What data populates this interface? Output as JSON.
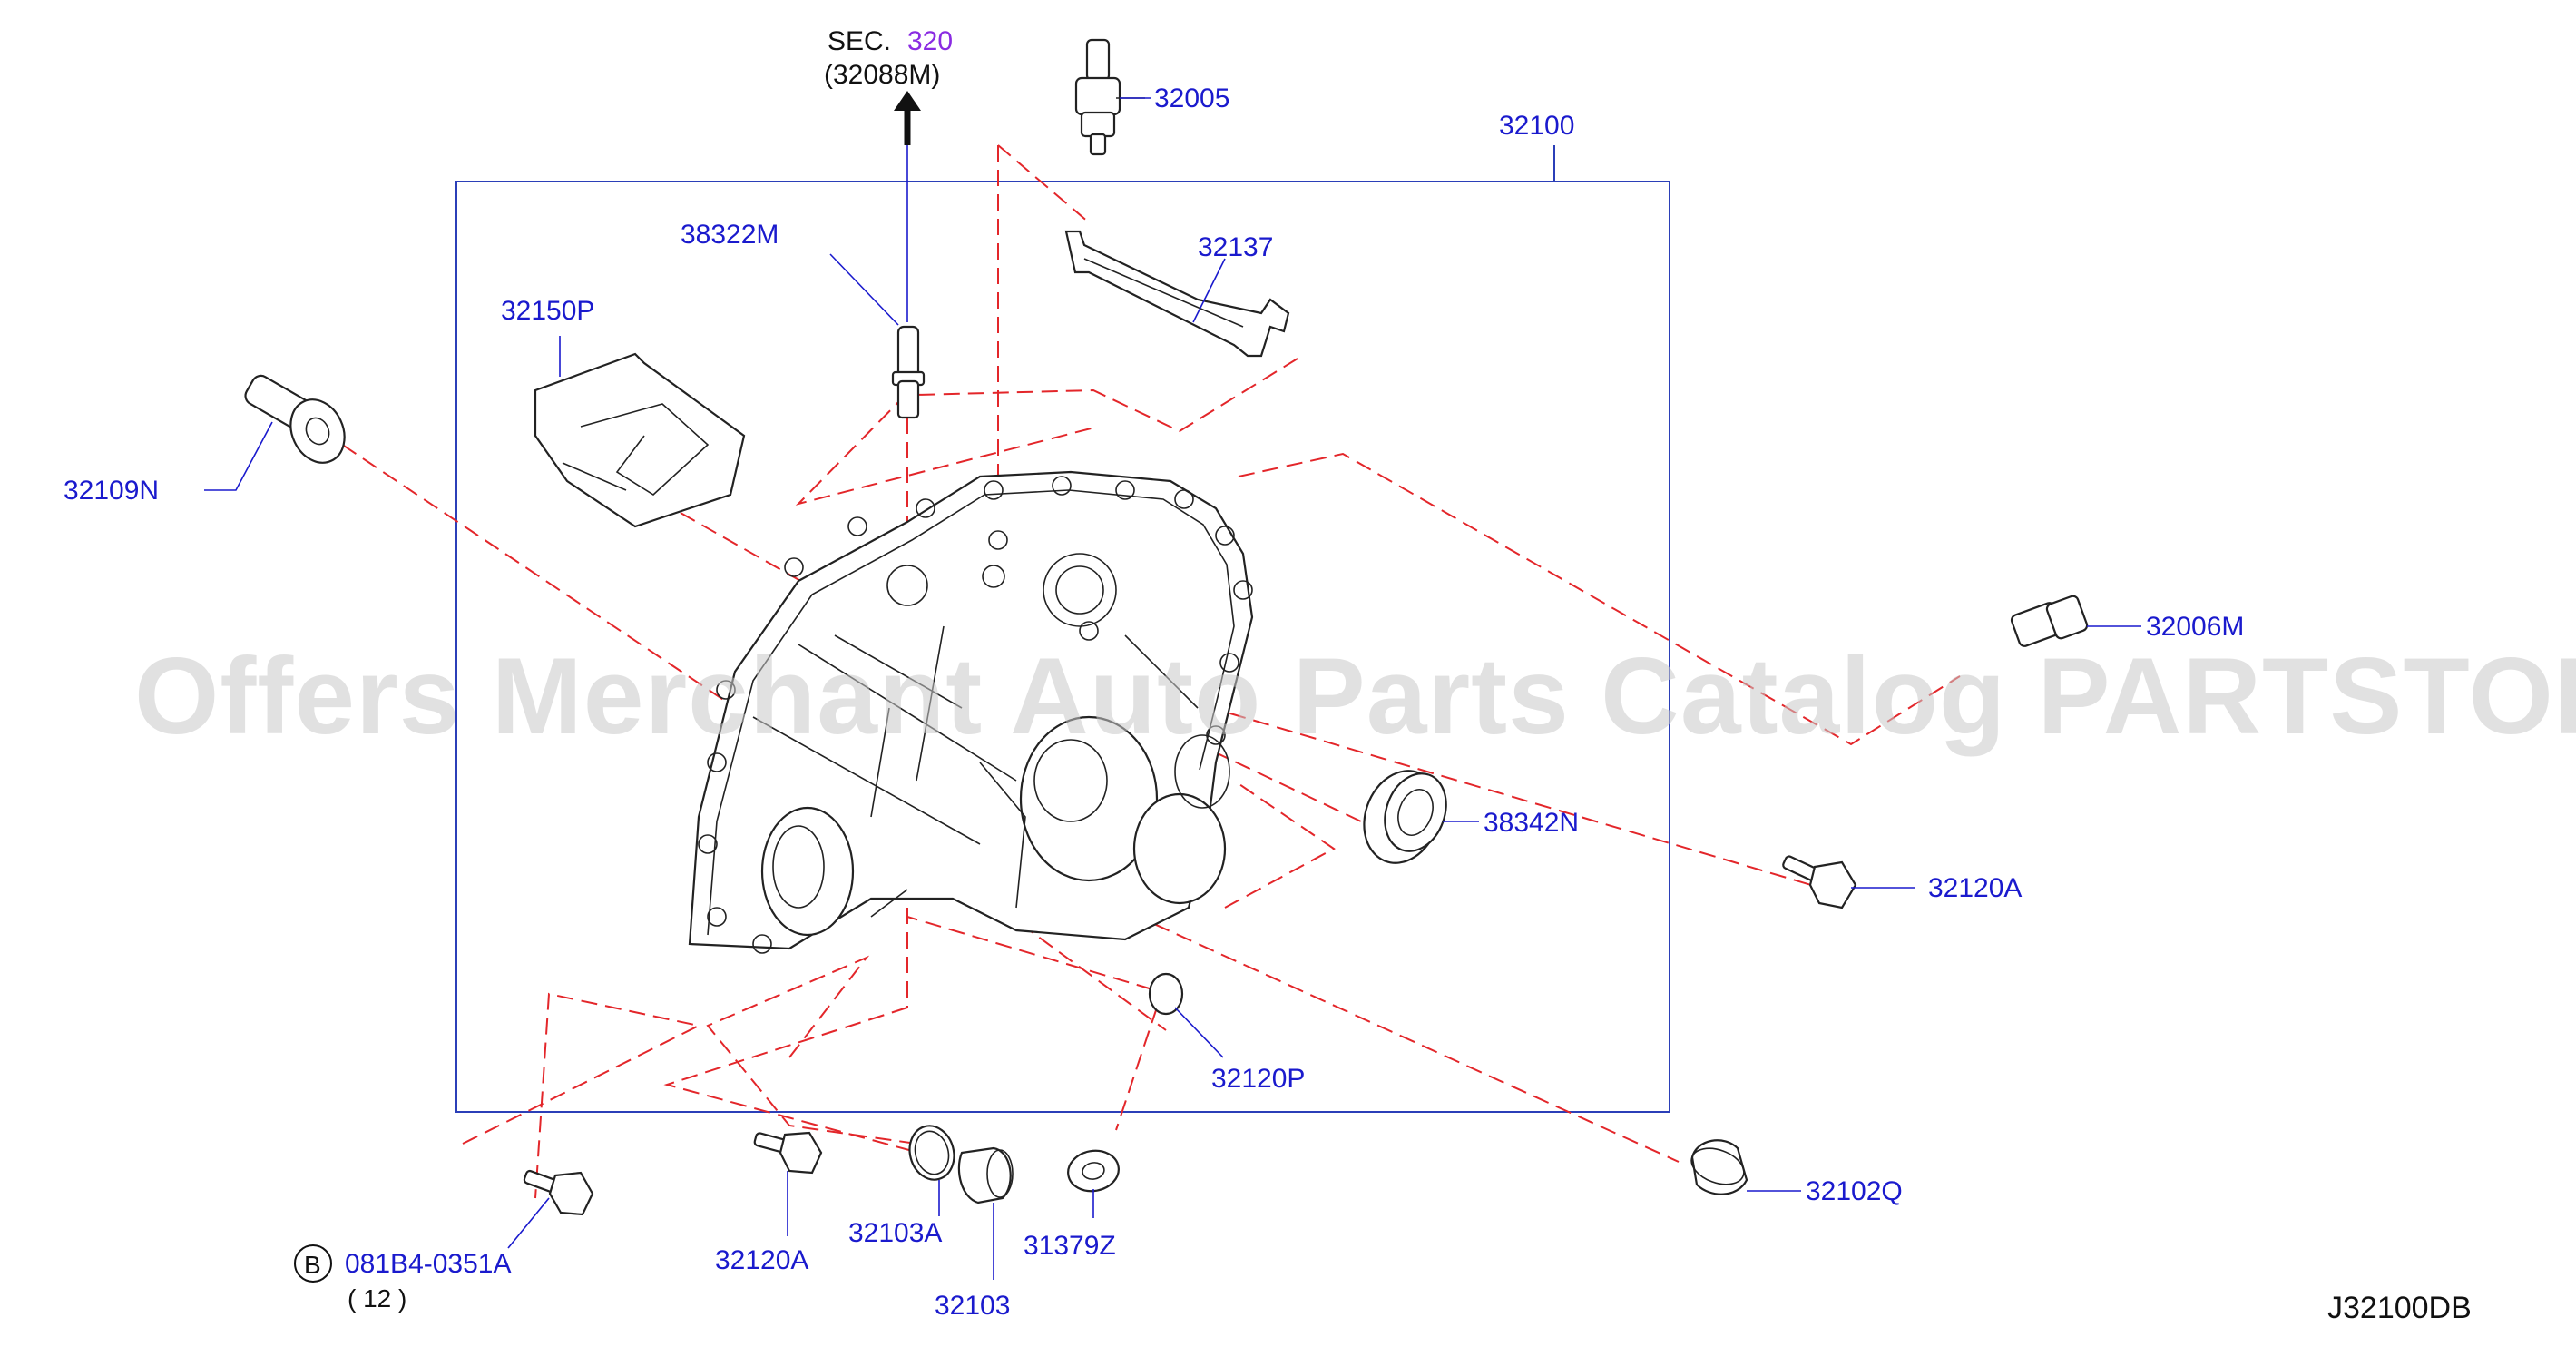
{
  "diagram_code": "J32100DB",
  "watermark": "Offers Merchant Auto Parts Catalog PARTSTORE.SA",
  "section_ref": {
    "prefix": "SEC.",
    "number": "320",
    "sub": "(32088M)"
  },
  "callout": {
    "badge": "B",
    "code": "081B4-0351A",
    "qty": "( 12 )"
  },
  "labels": {
    "p32005": "32005",
    "p32100": "32100",
    "p38322M": "38322M",
    "p32137": "32137",
    "p32150P": "32150P",
    "p32109N": "32109N",
    "p32006M": "32006M",
    "p38342N": "38342N",
    "p32120A_right": "32120A",
    "p32120P": "32120P",
    "p32102Q": "32102Q",
    "p32120A_bottom": "32120A",
    "p32103A": "32103A",
    "p32103": "32103",
    "p31379Z": "31379Z"
  },
  "colors": {
    "label": "#1a1acd",
    "leader_dash": "#e3262a",
    "frame": "#2b3fb8",
    "section_number": "#8a2be2"
  }
}
